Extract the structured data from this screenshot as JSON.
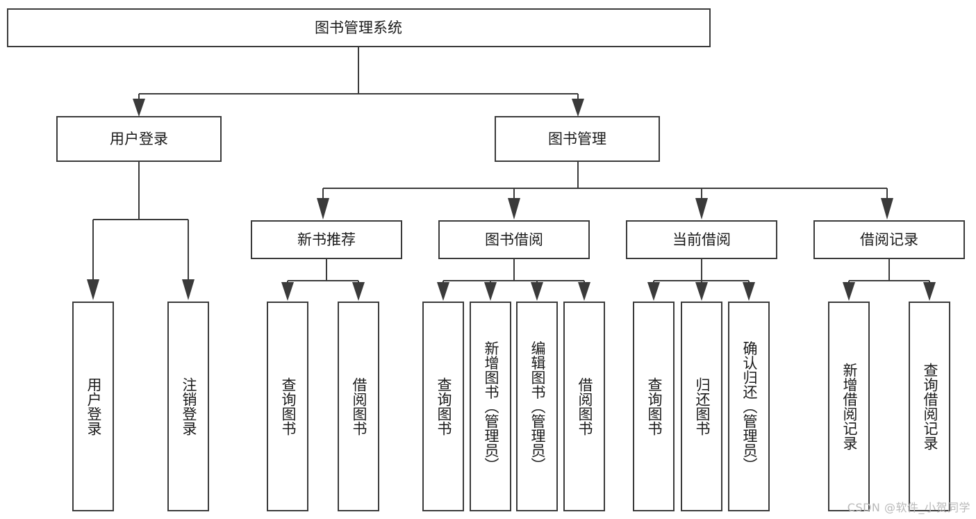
{
  "diagram": {
    "kind": "functional-structure-tree",
    "title": "图书管理系统",
    "watermark": "CSDN @软件_小贺同学",
    "colors": {
      "background": "#ffffff",
      "box_stroke": "#3a3a3a",
      "box_fill": "#ffffff",
      "text": "#1a1a1a",
      "watermark": "#b9b9b9"
    },
    "levels": [
      {
        "level": 1,
        "nodes": [
          {
            "id": "root",
            "label": "图书管理系统",
            "orientation": "horizontal"
          }
        ]
      },
      {
        "level": 2,
        "nodes": [
          {
            "id": "user-login",
            "label": "用户登录",
            "orientation": "horizontal",
            "parent": "root"
          },
          {
            "id": "book-manage",
            "label": "图书管理",
            "orientation": "horizontal",
            "parent": "root"
          }
        ]
      },
      {
        "level": 3,
        "nodes": [
          {
            "id": "new-book-rec",
            "label": "新书推荐",
            "orientation": "horizontal",
            "parent": "book-manage"
          },
          {
            "id": "book-borrow",
            "label": "图书借阅",
            "orientation": "horizontal",
            "parent": "book-manage"
          },
          {
            "id": "current-borrow",
            "label": "当前借阅",
            "orientation": "horizontal",
            "parent": "book-manage"
          },
          {
            "id": "borrow-record",
            "label": "借阅记录",
            "orientation": "horizontal",
            "parent": "book-manage"
          }
        ]
      },
      {
        "level": 4,
        "nodes": [
          {
            "id": "leaf-user-login",
            "label": "用户登录",
            "orientation": "vertical",
            "parent": "user-login"
          },
          {
            "id": "leaf-logout",
            "label": "注销登录",
            "orientation": "vertical",
            "parent": "user-login"
          },
          {
            "id": "leaf-query-book-1",
            "label": "查询图书",
            "orientation": "vertical",
            "parent": "new-book-rec"
          },
          {
            "id": "leaf-borrow-book-1",
            "label": "借阅图书",
            "orientation": "vertical",
            "parent": "new-book-rec"
          },
          {
            "id": "leaf-query-book-2",
            "label": "查询图书",
            "orientation": "vertical",
            "parent": "book-borrow"
          },
          {
            "id": "leaf-add-book",
            "label": "新增图书（管理员）",
            "orientation": "vertical",
            "parent": "book-borrow"
          },
          {
            "id": "leaf-edit-book",
            "label": "编辑图书（管理员）",
            "orientation": "vertical",
            "parent": "book-borrow"
          },
          {
            "id": "leaf-borrow-book-2",
            "label": "借阅图书",
            "orientation": "vertical",
            "parent": "book-borrow"
          },
          {
            "id": "leaf-query-book-3",
            "label": "查询图书",
            "orientation": "vertical",
            "parent": "current-borrow"
          },
          {
            "id": "leaf-return-book",
            "label": "归还图书",
            "orientation": "vertical",
            "parent": "current-borrow"
          },
          {
            "id": "leaf-confirm-return",
            "label": "确认归还（管理员）",
            "orientation": "vertical",
            "parent": "current-borrow"
          },
          {
            "id": "leaf-add-record",
            "label": "新增借阅记录",
            "orientation": "vertical",
            "parent": "borrow-record"
          },
          {
            "id": "leaf-query-record",
            "label": "查询借阅记录",
            "orientation": "vertical",
            "parent": "borrow-record"
          }
        ]
      }
    ],
    "labels": {
      "root": "图书管理系统",
      "user_login": "用户登录",
      "book_manage": "图书管理",
      "new_book_rec": "新书推荐",
      "book_borrow": "图书借阅",
      "current_borrow": "当前借阅",
      "borrow_record": "借阅记录",
      "leaf_user_login": "用户登录",
      "leaf_logout": "注销登录",
      "leaf_query_book_1": "查询图书",
      "leaf_borrow_book_1": "借阅图书",
      "leaf_query_book_2": "查询图书",
      "leaf_add_book": "新增图书（管理员）",
      "leaf_edit_book": "编辑图书（管理员）",
      "leaf_borrow_book_2": "借阅图书",
      "leaf_query_book_3": "查询图书",
      "leaf_return_book": "归还图书",
      "leaf_confirm_return": "确认归还（管理员）",
      "leaf_add_record": "新增借阅记录",
      "leaf_query_record": "查询借阅记录"
    }
  }
}
